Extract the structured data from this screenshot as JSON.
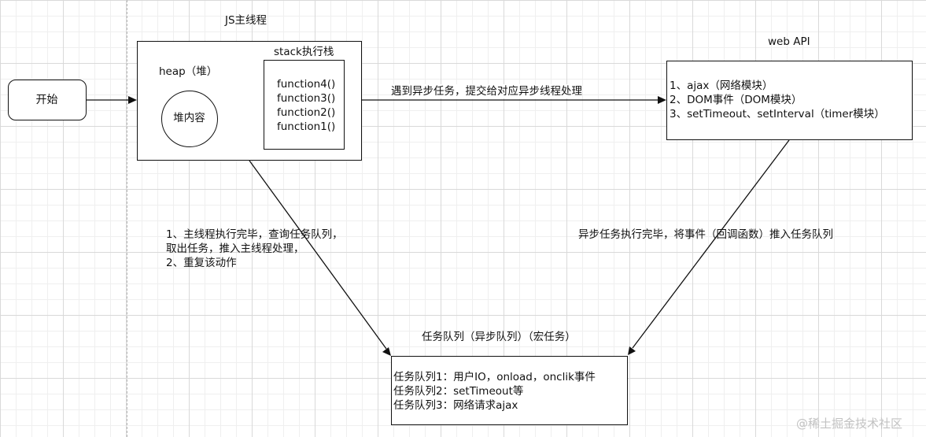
{
  "start_label": "开始",
  "main_thread": {
    "title": "JS主线程",
    "heap_label": "heap（堆）",
    "heap_content": "堆内容",
    "stack_title": "stack执行栈",
    "stack_items": [
      "function4()",
      "function3()",
      "function2()",
      "function1()"
    ]
  },
  "web_api": {
    "title": "web API",
    "items": [
      "1、ajax（网络模块）",
      "2、DOM事件（DOM模块）",
      "3、setTimeout、setInterval（timer模块）"
    ]
  },
  "arrow_labels": {
    "to_web_api": "遇到异步任务，提交给对应异步线程处理",
    "from_web_api": "异步任务执行完毕，将事件（回调函数）推入任务队列",
    "main_loop": [
      "1、主线程执行完毕，查询任务队列，",
      "取出任务，推入主线程处理，",
      "2、重复该动作"
    ]
  },
  "task_queue": {
    "title": "任务队列（异步队列）（宏任务）",
    "items": [
      "任务队列1：用户IO，onload，onclik事件",
      "任务队列2：setTimeout等",
      "任务队列3：网络请求ajax"
    ]
  },
  "watermark": "@稀土掘金技术社区"
}
